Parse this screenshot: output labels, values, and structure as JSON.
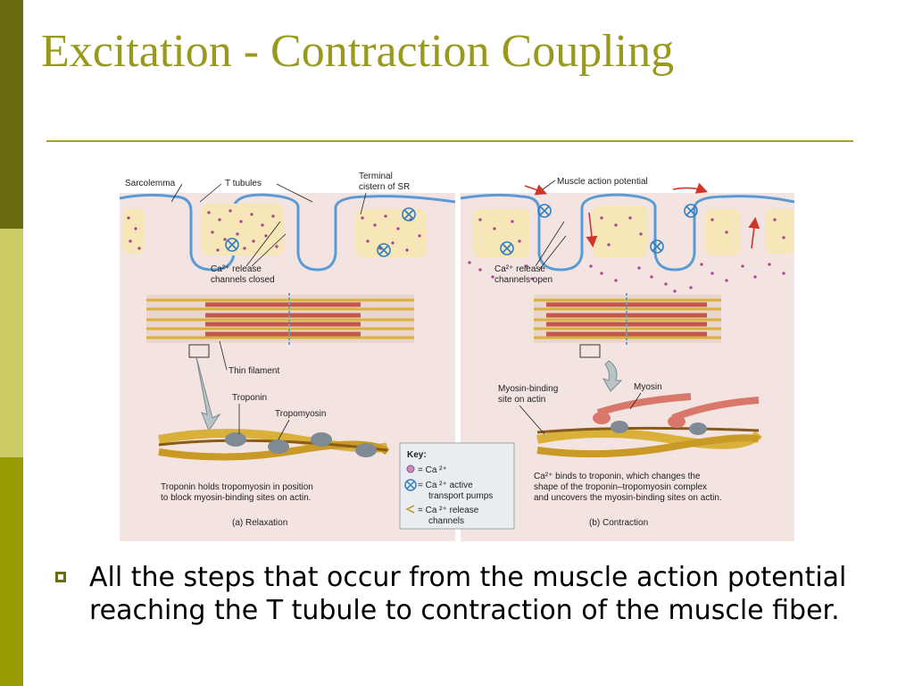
{
  "slide": {
    "title": "Excitation - Contraction Coupling",
    "bullet_text": "All the steps that occur from the muscle action potential reaching the T tubule to contraction of the muscle fiber.",
    "bullet_icon": "hollow-square-bullet"
  },
  "figure": {
    "left": {
      "sarcolemma": "Sarcolemma",
      "t_tubules": "T tubules",
      "terminal_1": "Terminal",
      "terminal_2": "cistern of SR",
      "channels_1": "Ca²⁺ release",
      "channels_2": "channels closed",
      "thin_filament": "Thin filament",
      "troponin": "Troponin",
      "tropomyosin": "Tropomyosin",
      "caption_1": "Troponin holds tropomyosin in position",
      "caption_2": "to block myosin-binding sites on actin.",
      "panel_label": "(a) Relaxation"
    },
    "right": {
      "map": "Muscle action potential",
      "channels_1": "Ca²⁺ release",
      "channels_2": "channels open",
      "binding_1": "Myosin-binding",
      "binding_2": "site on actin",
      "myosin": "Myosin",
      "caption_1": "Ca²⁺ binds to troponin, which changes the",
      "caption_2": "shape of the troponin–tropomyosin complex",
      "caption_3": "and uncovers the myosin-binding sites on actin.",
      "panel_label": "(b) Contraction"
    },
    "key": {
      "title": "Key:",
      "ca": "= Ca ²⁺",
      "pump_1": "= Ca ²⁺  active",
      "pump_2": "transport pumps",
      "release_1": "= Ca ²⁺  release",
      "release_2": "channels"
    },
    "colors": {
      "panel_bg": "#f3e4e2",
      "membrane": "#5b9bd5",
      "sr": "#f6e6b8",
      "calcium": "#a0448a",
      "arrow": "#d0352b",
      "actin": "#d9b13a",
      "tropomyosin": "#8a5a1a",
      "troponin": "#7f8a94",
      "myosin": "#d9786a"
    }
  }
}
